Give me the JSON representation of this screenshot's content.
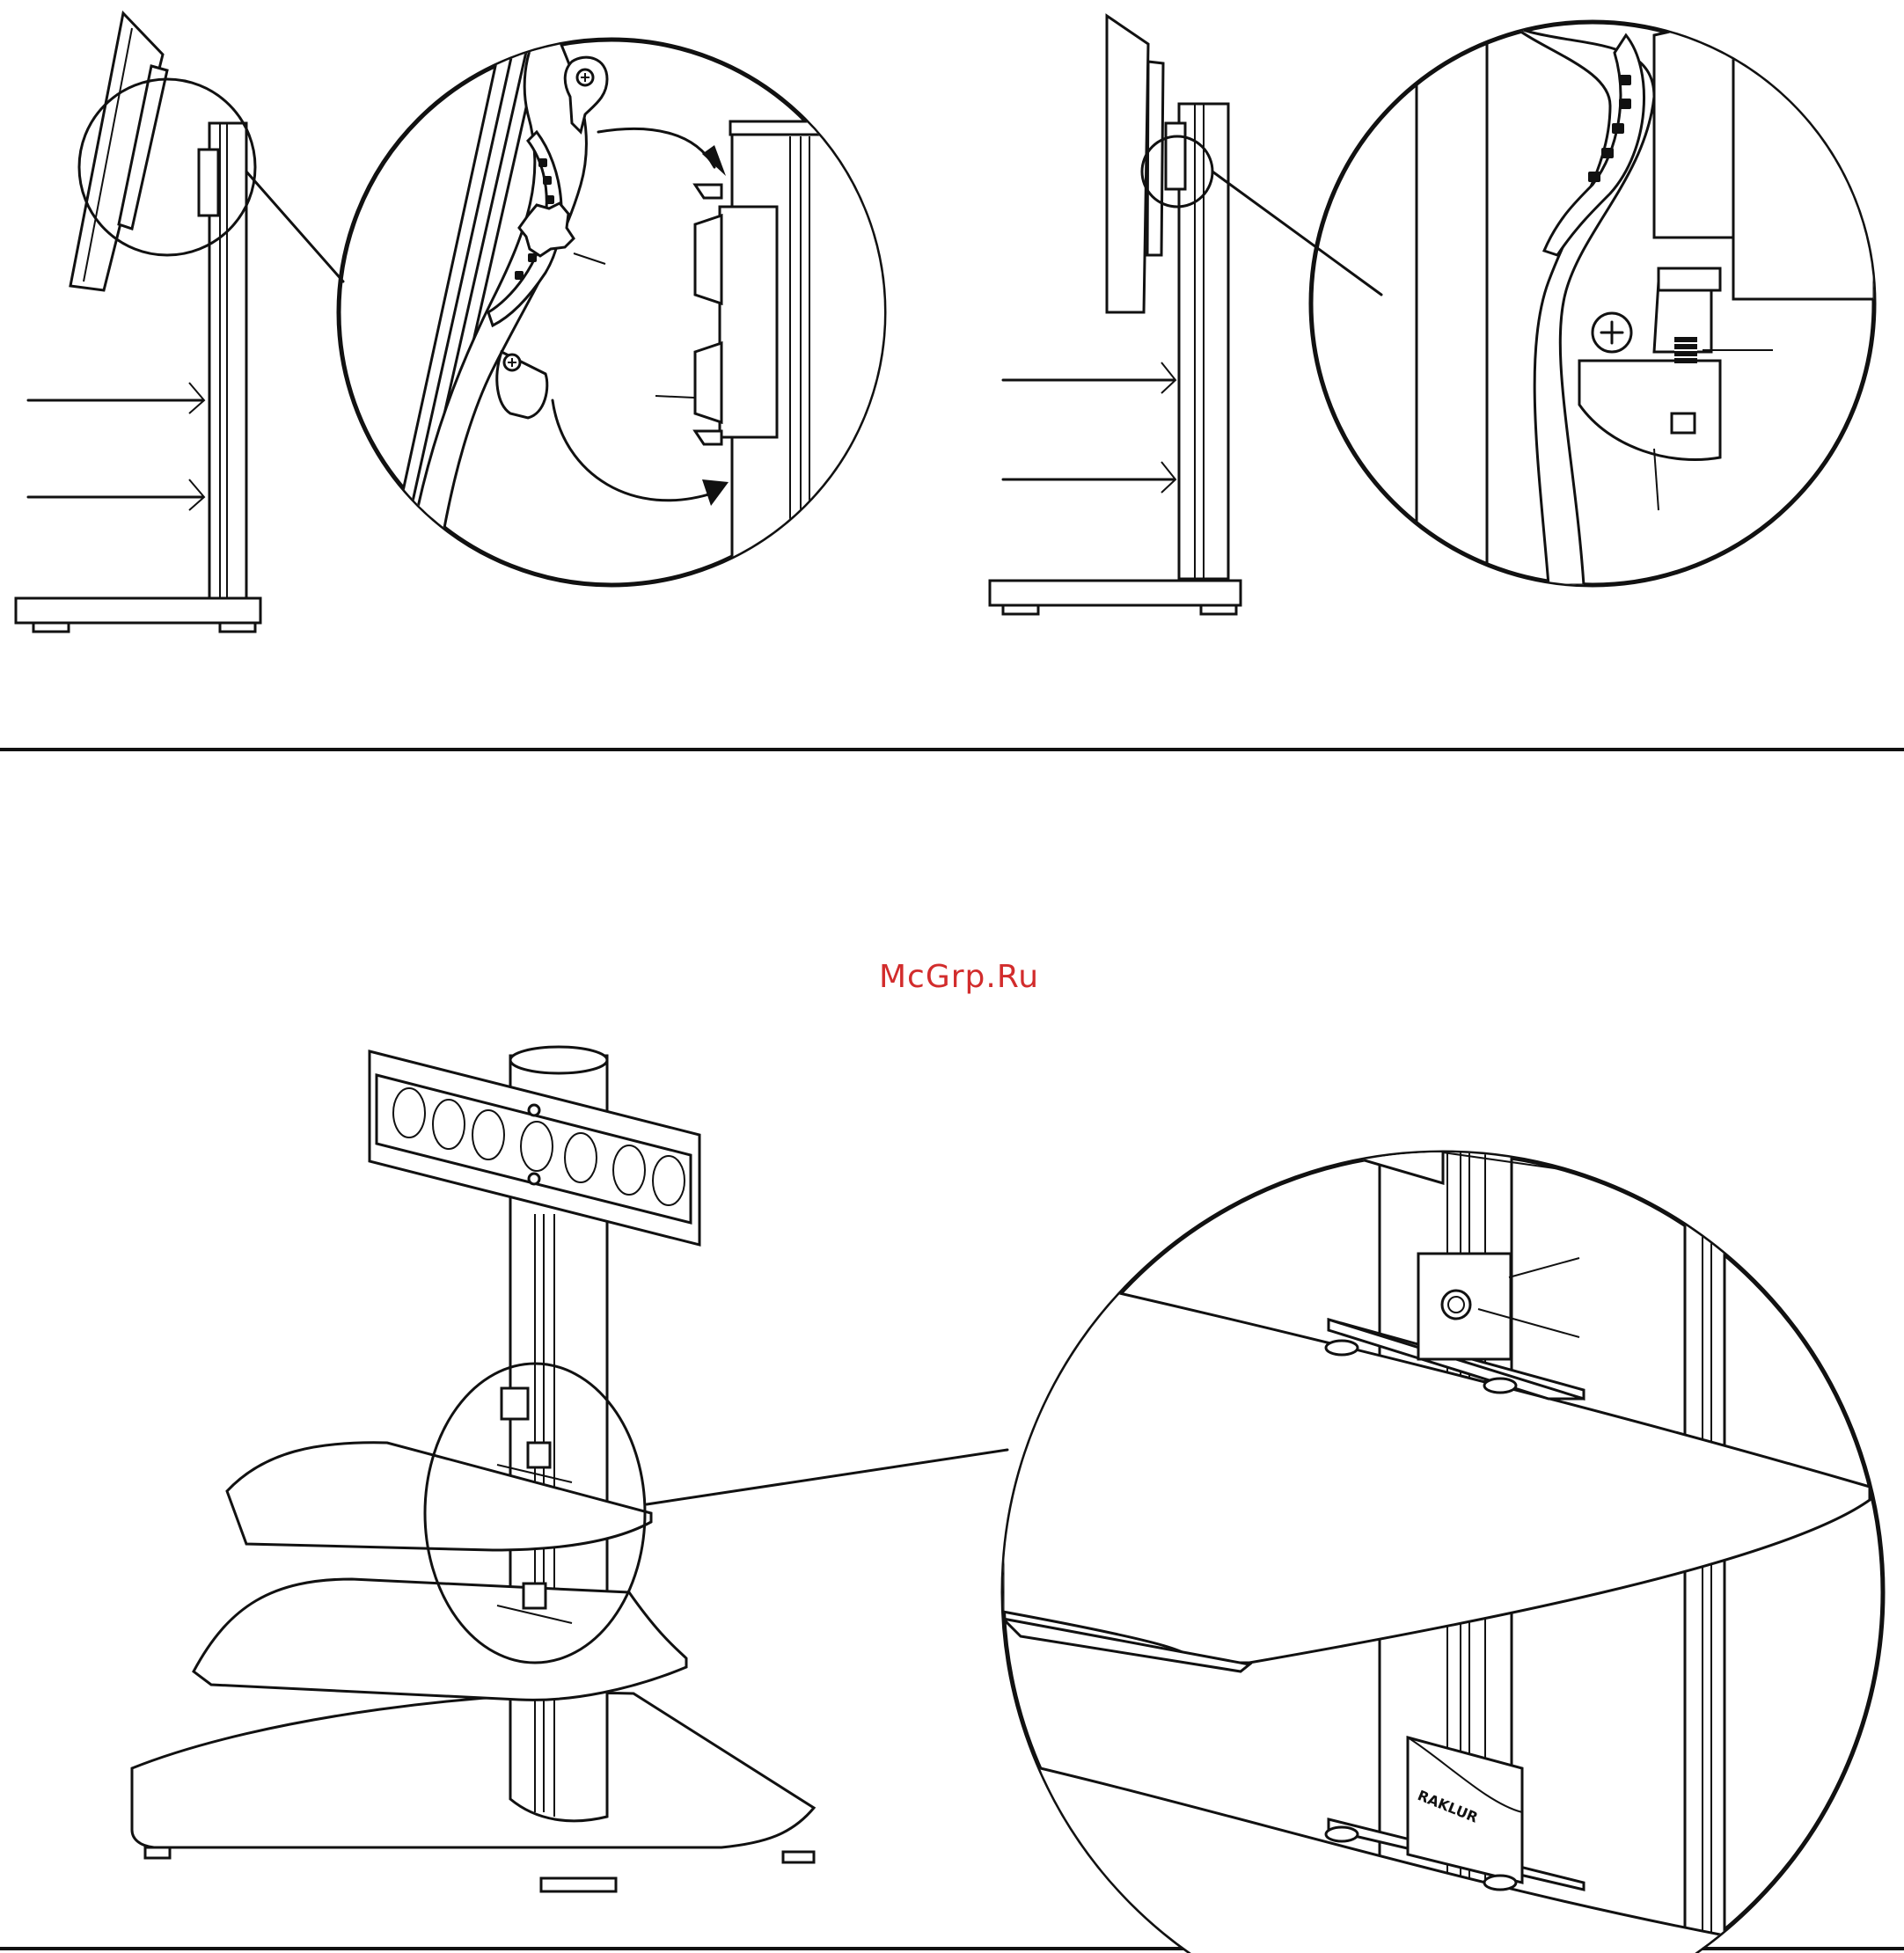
{
  "document": {
    "watermark": "McGrp.Ru",
    "brand_mark": "RAKLUR"
  },
  "figures": [
    {
      "name": "side-view-tilted-tv",
      "detail": "hanging-bracket-onto-plate"
    },
    {
      "name": "side-view-upright-tv",
      "detail": "locking-screw-closeup"
    },
    {
      "name": "stand-with-shelves",
      "detail": "shelf-cover-closeup"
    }
  ],
  "icons": [
    "arrow-icon",
    "screw-icon",
    "knob-icon",
    "magnifier-circle-icon"
  ]
}
